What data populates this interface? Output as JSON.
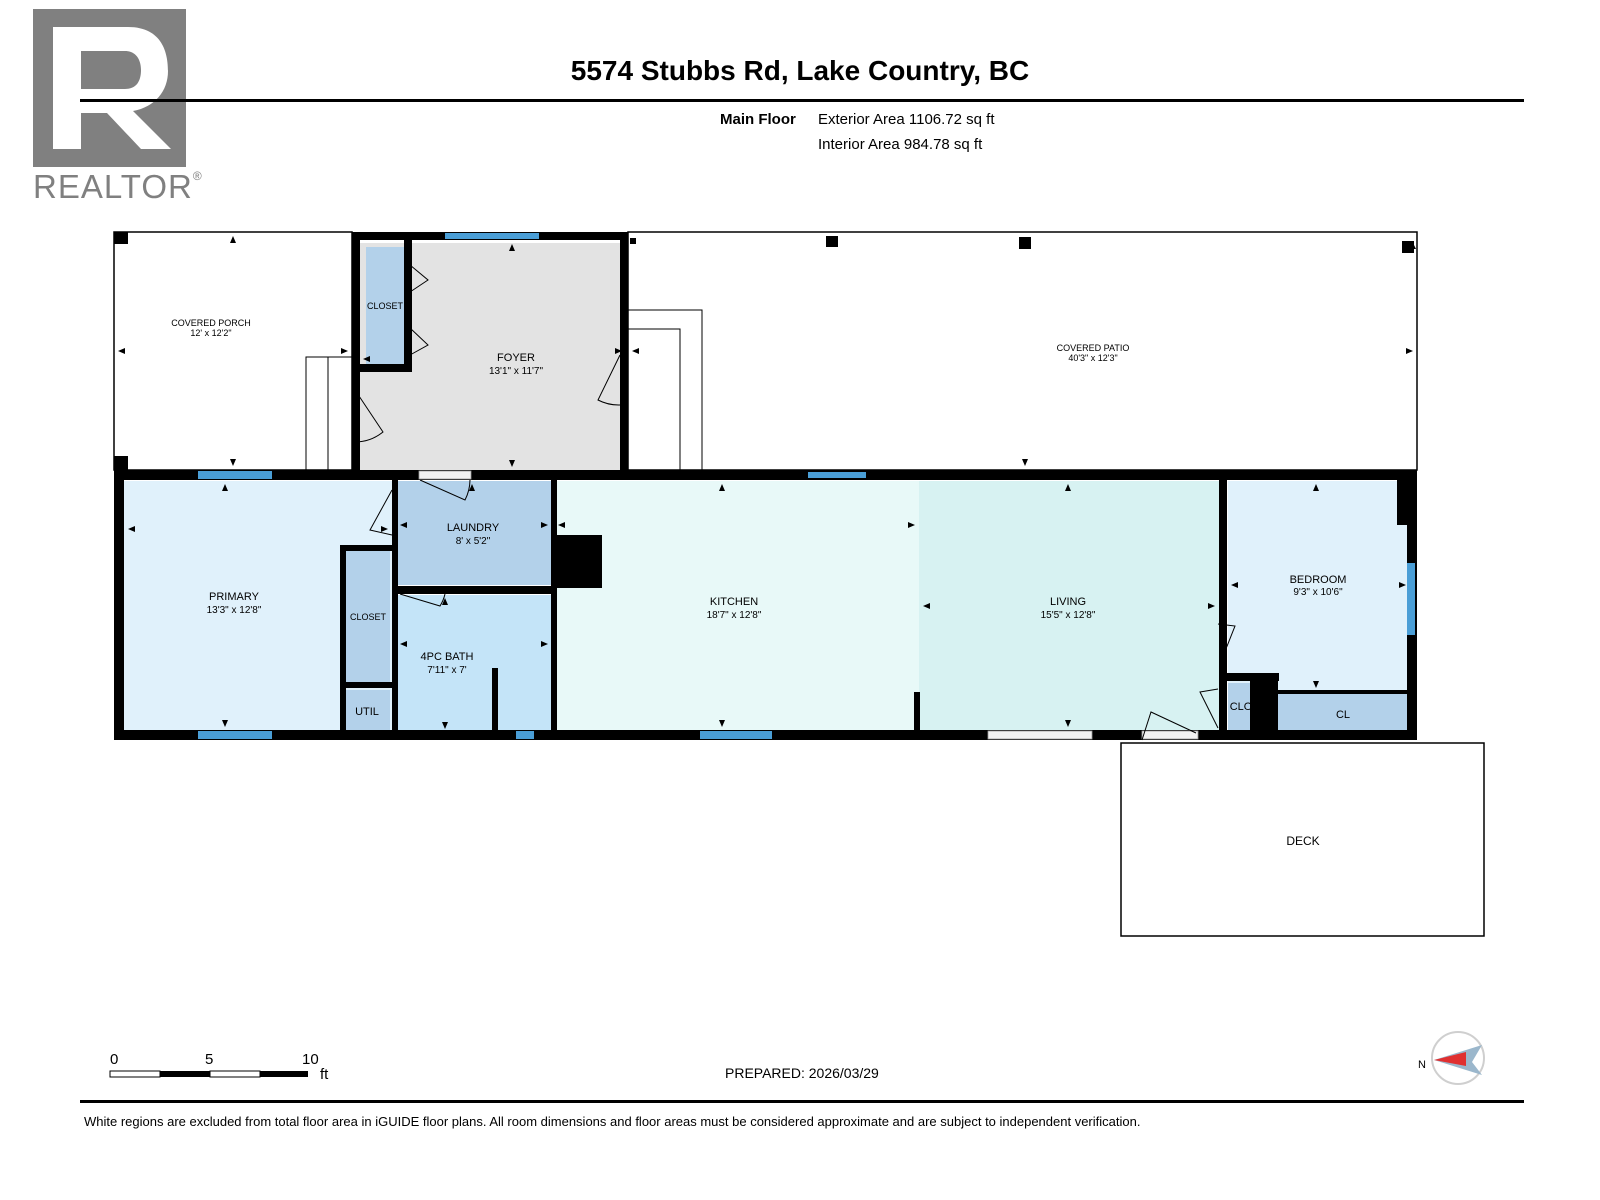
{
  "header": {
    "address": "5574 Stubbs Rd, Lake Country, BC",
    "floor": "Main Floor",
    "exterior_area": "Exterior Area 1106.72 sq ft",
    "interior_area": "Interior Area 984.78 sq ft"
  },
  "logo": {
    "wordmark": "REALTOR",
    "mark": "®"
  },
  "rooms": {
    "covered_porch": {
      "name": "COVERED PORCH",
      "dims": "12' x 12'2\""
    },
    "foyer": {
      "name": "FOYER",
      "dims": "13'1\" x 11'7\""
    },
    "foyer_closet": {
      "name": "CLOSET"
    },
    "covered_patio": {
      "name": "COVERED PATIO",
      "dims": "40'3\" x 12'3\""
    },
    "primary": {
      "name": "PRIMARY",
      "dims": "13'3\" x 12'8\""
    },
    "laundry": {
      "name": "LAUNDRY",
      "dims": "8' x 5'2\""
    },
    "primary_closet": {
      "name": "CLOSET"
    },
    "util": {
      "name": "UTIL"
    },
    "bath": {
      "name": "4PC BATH",
      "dims": "7'11\" x 7'"
    },
    "kitchen": {
      "name": "KITCHEN",
      "dims": "18'7\" x 12'8\""
    },
    "living": {
      "name": "LIVING",
      "dims": "15'5\" x 12'8\""
    },
    "bedroom": {
      "name": "BEDROOM",
      "dims": "9'3\" x 10'6\""
    },
    "clo": {
      "name": "CLO"
    },
    "cl": {
      "name": "CL"
    },
    "deck": {
      "name": "DECK"
    }
  },
  "scale": {
    "labels": [
      "0",
      "5",
      "10"
    ],
    "unit": "ft"
  },
  "compass": {
    "label": "N"
  },
  "prepared": "PREPARED: 2026/03/29",
  "footer": "White regions are excluded from total floor area in iGUIDE floor plans. All room dimensions and floor areas must be considered approximate and are subject to independent verification.",
  "colors": {
    "grey_room": "#e3e3e3",
    "blue_closet": "#b3d1ea",
    "light_blue": "#e0f1fb",
    "mint": "#e8f9f8",
    "teal": "#d7f2f2",
    "window": "#4a9ed6"
  }
}
